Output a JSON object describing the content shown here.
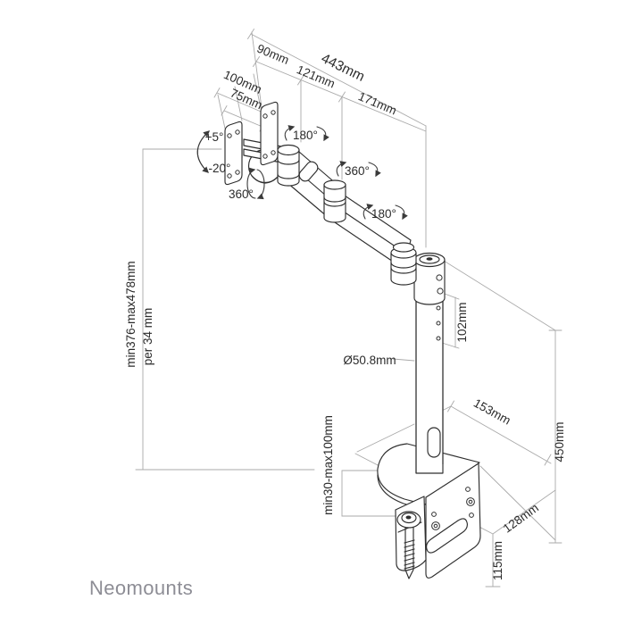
{
  "brand": {
    "wordmark": "Neomounts"
  },
  "dimensions": {
    "reach_total": "443mm",
    "reach_plate_to_joint1": "90mm",
    "vesa_width": "100mm",
    "vesa_hole_spacing": "75mm",
    "joint1_to_joint2": "121mm",
    "joint2_to_pole": "171mm",
    "tilt_up": "+5°",
    "tilt_down": "-20°",
    "plate_swivel": "360°",
    "joint1_rotation": "180°",
    "arm_rotation": "360°",
    "joint2_rotation": "180°",
    "height_range": "min376-max478mm",
    "height_step": "per 34 mm",
    "pole_diameter": "Ø50.8mm",
    "pole_hole_span": "102mm",
    "base_depth": "153mm",
    "pole_height": "450mm",
    "clamp_depth": "128mm",
    "clamp_below_desk": "115mm",
    "desk_thickness": "min30-max100mm"
  },
  "colors": {
    "outline": "#2e2e2e",
    "dimension_line": "#aaaaaa",
    "label_text": "#2b2b2b",
    "brand_text": "#8d8d95",
    "background": "#ffffff"
  }
}
